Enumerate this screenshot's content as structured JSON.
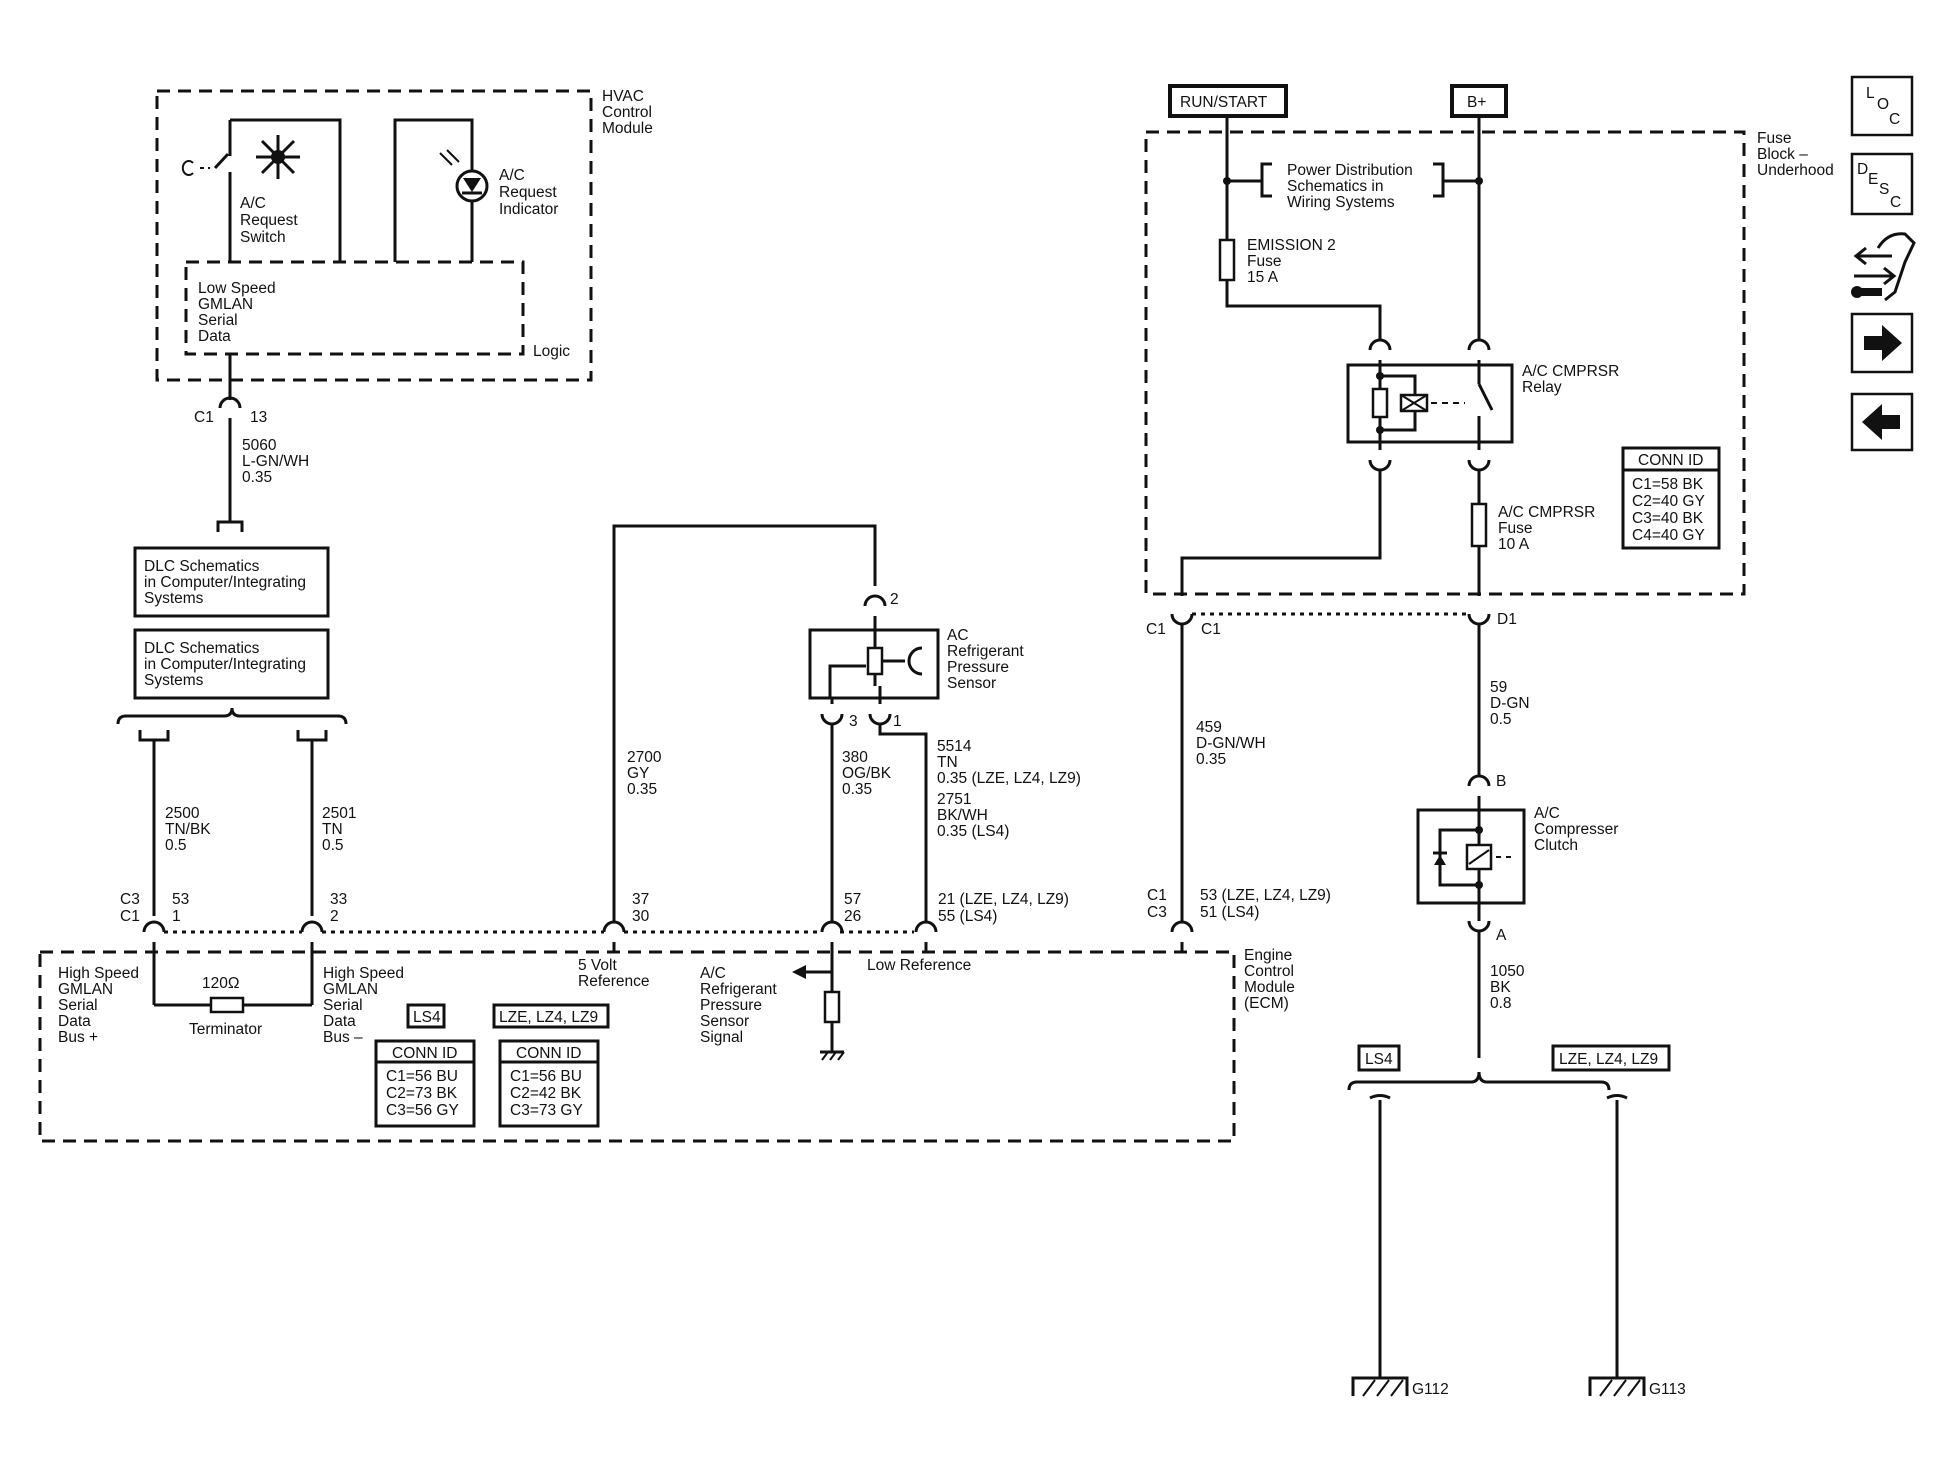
{
  "hvac": {
    "module": [
      "HVAC",
      "Control",
      "Module"
    ],
    "switch": [
      "A/C",
      "Request",
      "Switch"
    ],
    "indicator": [
      "A/C",
      "Request",
      "Indicator"
    ],
    "lan": [
      "Low Speed",
      "GMLAN",
      "Serial",
      "Data"
    ],
    "logic": "Logic",
    "conn": "C1",
    "pin": "13",
    "wire": [
      "5060",
      "L-GN/WH",
      "0.35"
    ]
  },
  "dlc": {
    "box1": [
      "DLC Schematics",
      "in Computer/Integrating",
      "Systems"
    ],
    "box2": [
      "DLC Schematics",
      "in Computer/Integrating",
      "Systems"
    ]
  },
  "gmlan": {
    "wire_plus": [
      "2500",
      "TN/BK",
      "0.5"
    ],
    "wire_minus": [
      "2501",
      "TN",
      "0.5"
    ],
    "conn_labels": [
      "C3",
      "C1"
    ],
    "pins_plus": [
      "53",
      "1"
    ],
    "pins_minus": [
      "33",
      "2"
    ],
    "bus_plus": [
      "High Speed",
      "GMLAN",
      "Serial",
      "Data",
      "Bus +"
    ],
    "bus_minus": [
      "High Speed",
      "GMLAN",
      "Serial",
      "Data",
      "Bus –"
    ],
    "resistor_value": "120Ω",
    "terminator": "Terminator"
  },
  "sensor": {
    "name": [
      "AC",
      "Refrigerant",
      "Pressure",
      "Sensor"
    ],
    "pin_top": "2",
    "pin_left": "3",
    "pin_right": "1",
    "wire_ref": [
      "2700",
      "GY",
      "0.35"
    ],
    "wire_signal": [
      "380",
      "OG/BK",
      "0.35"
    ],
    "wire_low": [
      "5514",
      "TN",
      "0.35 (LZE, LZ4, LZ9)",
      "2751",
      "BK/WH",
      "0.35 (LS4)"
    ],
    "ecm_pins_ref": [
      "37",
      "30"
    ],
    "ecm_pins_signal": [
      "57",
      "26"
    ],
    "ecm_pins_low": [
      "21 (LZE, LZ4, LZ9)",
      "55 (LS4)"
    ],
    "ref_label": [
      "5 Volt",
      "Reference"
    ],
    "signal_label": [
      "A/C",
      "Refrigerant",
      "Pressure",
      "Sensor",
      "Signal"
    ],
    "low_label": "Low Reference"
  },
  "ecm": {
    "name": [
      "Engine",
      "Control",
      "Module",
      "(ECM)"
    ],
    "conn_labels": [
      "C1",
      "C3"
    ],
    "pins": [
      "53 (LZE, LZ4, LZ9)",
      "51 (LS4)"
    ],
    "ls4_tag": "LS4",
    "lze_tag": "LZE, LZ4, LZ9",
    "conn_table_ls4": {
      "header": "CONN ID",
      "rows": [
        "C1=56 BU",
        "C2=73 BK",
        "C3=56 GY"
      ]
    },
    "conn_table_lze": {
      "header": "CONN ID",
      "rows": [
        "C1=56 BU",
        "C2=42 BK",
        "C3=73 GY"
      ]
    }
  },
  "fuse_block": {
    "run_start": "RUN/START",
    "bplus": "B+",
    "name": [
      "Fuse",
      "Block –",
      "Underhood"
    ],
    "power_dist": [
      "Power Distribution",
      "Schematics in",
      "Wiring Systems"
    ],
    "emission_fuse": [
      "EMISSION 2",
      "Fuse",
      "15 A"
    ],
    "relay": [
      "A/C CMPRSR",
      "Relay"
    ],
    "cmprsr_fuse": [
      "A/C CMPRSR",
      "Fuse",
      "10 A"
    ],
    "conn_table": {
      "header": "CONN ID",
      "rows": [
        "C1=58 BK",
        "C2=40 GY",
        "C3=40 BK",
        "C4=40 GY"
      ]
    },
    "conn_left": "C1",
    "conn_left2": "C1",
    "conn_right": "D1"
  },
  "clutch_circuit": {
    "wire_ecm": [
      "459",
      "D-GN/WH",
      "0.35"
    ],
    "wire_relay": [
      "59",
      "D-GN",
      "0.5"
    ],
    "pin_b": "B",
    "pin_a": "A",
    "clutch": [
      "A/C",
      "Compresser",
      "Clutch"
    ],
    "wire_ground": [
      "1050",
      "BK",
      "0.8"
    ],
    "ls4_tag": "LS4",
    "lze_tag": "LZE, LZ4, LZ9",
    "g1": "G112",
    "g2": "G113"
  },
  "nav": {
    "loc": [
      "L",
      "O",
      "C"
    ],
    "desc": [
      "D",
      "E",
      "S",
      "C"
    ]
  }
}
